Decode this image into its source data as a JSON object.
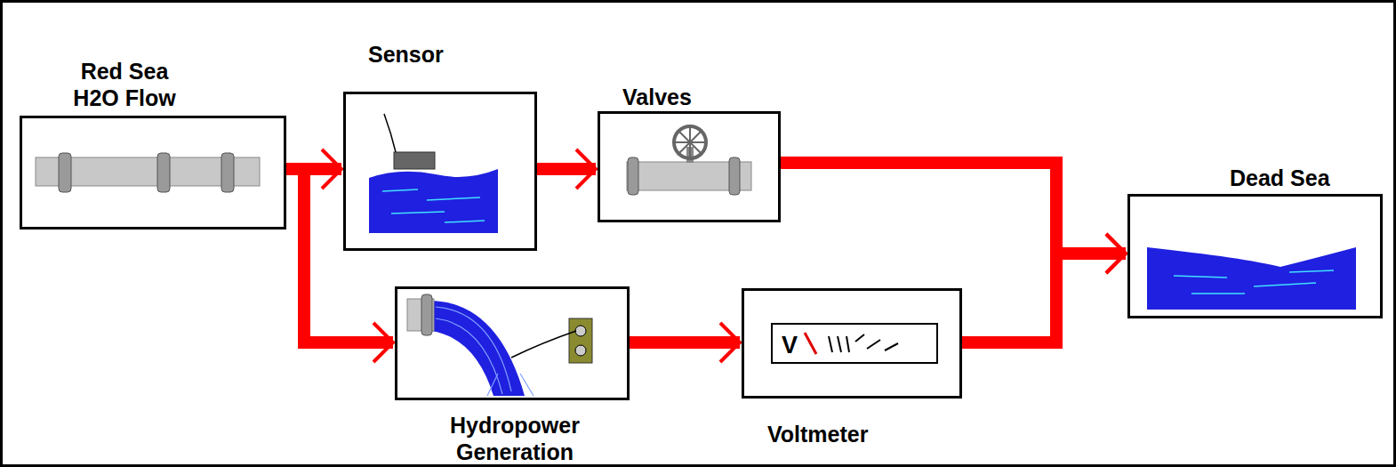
{
  "diagram": {
    "nodes": [
      {
        "text": [
          "Red Sea H2O Flow"
        ]
      },
      {
        "text": [
          "Sensor"
        ]
      },
      {
        "text": [
          "Valves"
        ]
      },
      {
        "text": [
          "Hydropower Generation"
        ]
      },
      {
        "text": [
          "Voltmeter",
          "V"
        ]
      },
      {
        "text": [
          "Dead Sea"
        ]
      }
    ],
    "edges": [
      {
        "from": 0,
        "to": 1,
        "arrow": "to"
      },
      {
        "from": 0,
        "to": 3,
        "arrow": "to"
      },
      {
        "from": 1,
        "to": 2,
        "arrow": "to"
      },
      {
        "from": 2,
        "to": 5,
        "arrow": "to"
      },
      {
        "from": 3,
        "to": 4,
        "arrow": "to"
      },
      {
        "from": 4,
        "to": 5,
        "arrow": "to"
      }
    ]
  }
}
